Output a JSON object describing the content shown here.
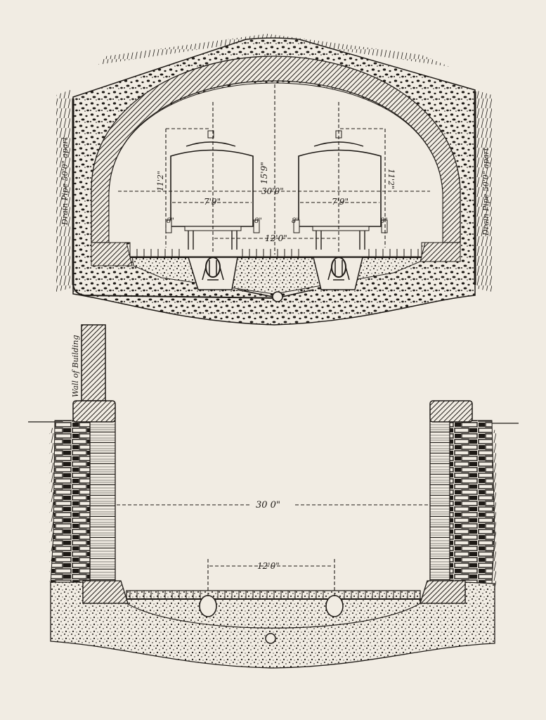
{
  "upper_section": {
    "drain_pipe_left": "Drain Pipe 50'0\" apart",
    "drain_pipe_right": "Drain Pipe 50'0\" apart",
    "height": "15'9\"",
    "span": "30'0\"",
    "car_width_left": "7'9\"",
    "car_width_right": "7'9\"",
    "car_height_left": "11'2\"",
    "car_height_right": "11'2\"",
    "rail_height_left_a": "8\"",
    "rail_height_left_b": "8\"",
    "rail_height_right_a": "8\"",
    "rail_height_right_b": "8\"",
    "track_centers": "12'0\""
  },
  "lower_section": {
    "wall_label": "Wall of Building",
    "span": "30 0\"",
    "track_centers": "12'0\""
  },
  "colors": {
    "paper": "#f1ece3",
    "ink": "#1e1a16"
  }
}
